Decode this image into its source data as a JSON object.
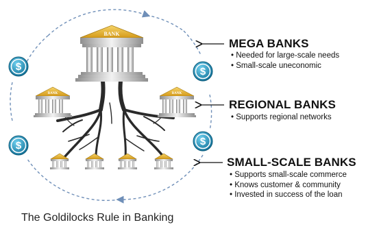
{
  "diagram": {
    "caption": "The Goldilocks Rule in Banking",
    "top_bank_sign": "BANK",
    "regional_bank_sign": "BANK",
    "coin_symbol": "$",
    "colors": {
      "cycle_arrow": "#6f8fb8",
      "coin": "#1b8fb8",
      "gold_roof": "#e6b632",
      "branch": "#2a2a2a"
    }
  },
  "tiers": [
    {
      "heading": "MEGA BANKS",
      "bullets": [
        "Needed for large-scale needs",
        "Small-scale uneconomic"
      ]
    },
    {
      "heading": "REGIONAL BANKS",
      "bullets": [
        "Supports regional networks"
      ]
    },
    {
      "heading": "SMALL-SCALE BANKS",
      "bullets": [
        "Supports small-scale commerce",
        "Knows customer & community",
        "Invested in success of the loan"
      ]
    }
  ]
}
